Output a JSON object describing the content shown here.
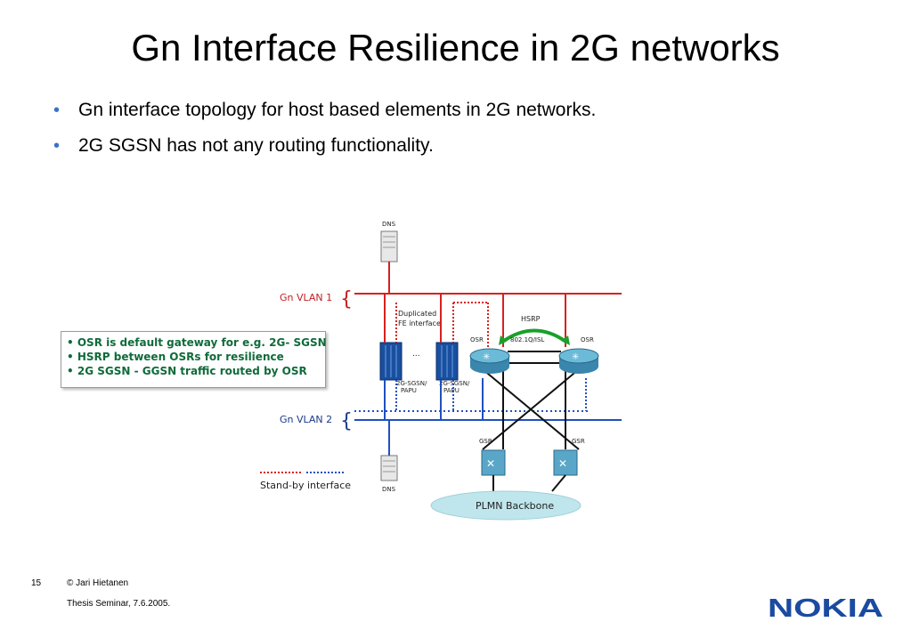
{
  "slide": {
    "title": "Gn Interface Resilience in 2G networks",
    "bullets": [
      "Gn interface topology for host based elements in 2G networks.",
      "2G SGSN has not any routing functionality."
    ],
    "bullet_color": "#3a73c8"
  },
  "diagram": {
    "labels": {
      "dns_top": "DNS",
      "dns_bottom": "DNS",
      "gn_vlan1": "Gn VLAN 1",
      "gn_vlan2": "Gn VLAN 2",
      "duplicated_fe_line1": "Duplicated",
      "duplicated_fe_line2": "FE interface",
      "hsrp": "HSRP",
      "trunk": "802.1Q/ISL",
      "osr_left": "OSR",
      "osr_right": "OSR",
      "ellipsis": "...",
      "sgsn1_line1": "2G-SGSN/",
      "sgsn1_line2": "PAPU",
      "sgsn2_line1": "2G-SGSN/",
      "sgsn2_line2": "PAPU",
      "gsr_left": "GSR",
      "gsr_right": "GSR",
      "backbone": "PLMN Backbone",
      "standby": "Stand-by interface"
    },
    "colors": {
      "vlan1": "#d82020",
      "vlan2": "#2050c0",
      "router": "#5aa6c8",
      "sgsn": "#1a4fa0",
      "backbone": "#bfe6ec",
      "hsrp_arrow": "#1aa02a",
      "label_red": "#c02020",
      "label_blue": "#1a3a8a"
    }
  },
  "note": {
    "items": [
      "• OSR is default gateway for e.g. 2G- SGSN",
      "• HSRP between OSRs for resilience",
      "• 2G SGSN - GGSN traffic routed by OSR"
    ],
    "text_color": "#0f6b3a"
  },
  "footer": {
    "page_number": "15",
    "copyright": "© Jari Hietanen",
    "seminar": "Thesis Seminar, 7.6.2005.",
    "logo_text": "NOKIA",
    "logo_color": "#1a4ba0"
  }
}
